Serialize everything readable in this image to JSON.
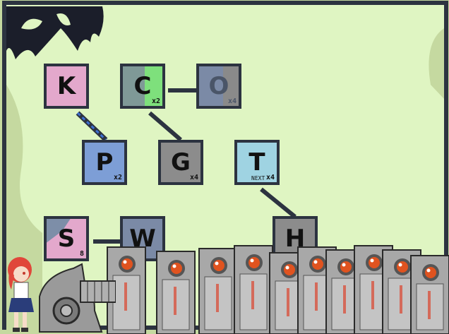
{
  "tiles": [
    {
      "id": "K",
      "letter": "K",
      "multiplier": "",
      "color": "#e3a8cc",
      "color2": ""
    },
    {
      "id": "C",
      "letter": "C",
      "multiplier": "x2",
      "color": "#7f9997",
      "color2": "#7ee07c"
    },
    {
      "id": "O",
      "letter": "O",
      "multiplier": "x4",
      "color": "#7b8aa6",
      "color2": "#8a8a8a"
    },
    {
      "id": "P",
      "letter": "P",
      "multiplier": "x2",
      "color": "#7d9ed6",
      "color2": ""
    },
    {
      "id": "G",
      "letter": "G",
      "multiplier": "x4",
      "color": "#8c8c8c",
      "color2": ""
    },
    {
      "id": "T",
      "letter": "T",
      "multiplier": "x4",
      "prefix": "NEXT",
      "color": "#9fd3e2",
      "color2": ""
    },
    {
      "id": "S",
      "letter": "S",
      "multiplier": "8",
      "color": "#7d8ea8",
      "color2": "#e3a8cc"
    },
    {
      "id": "W",
      "letter": "W",
      "multiplier": "",
      "color": "#7b8aa6",
      "color2": ""
    },
    {
      "id": "H",
      "letter": "H",
      "multiplier": "",
      "color": "#8c8c8c",
      "color2": ""
    }
  ],
  "colors": {
    "board": "#dff5c2",
    "frame": "#2c3340",
    "outside": "#c5d9a0",
    "link": "#2c3340",
    "link_dashed": "#3d6fd1",
    "robot": "#a8a8a8",
    "robot_eye": "#e0531f"
  },
  "icons": [
    "girl-sprite",
    "cannon-sprite",
    "robot-sprite",
    "tree-silhouette"
  ]
}
